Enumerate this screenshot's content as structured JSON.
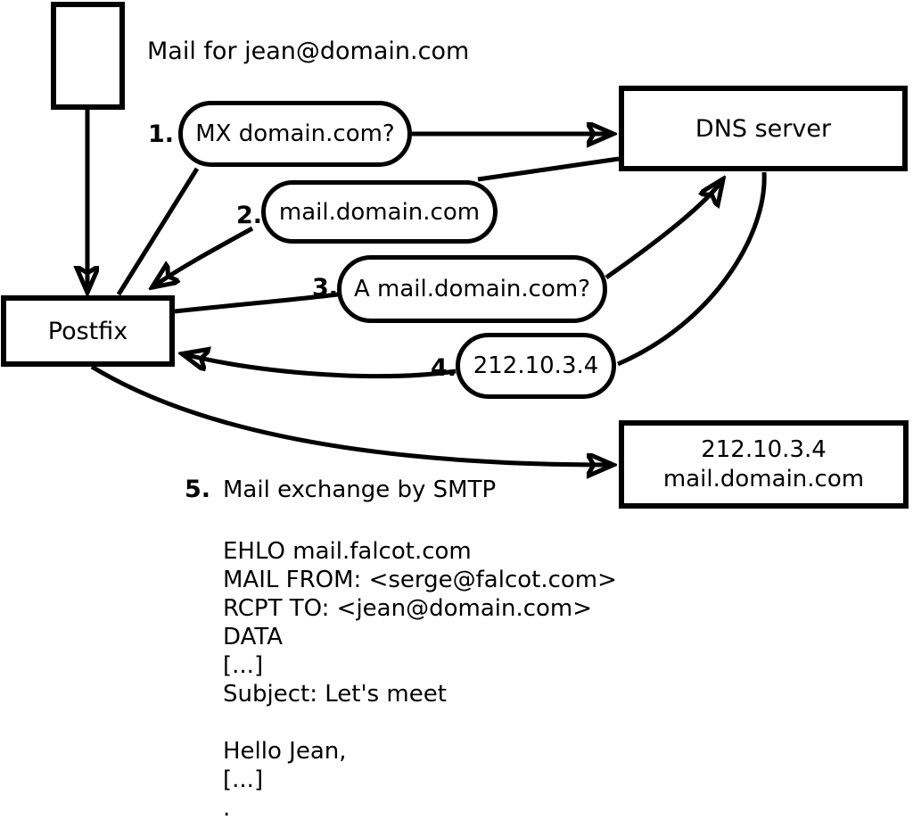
{
  "title": "Mail for jean@domain.com",
  "colors": {
    "line": "#000000",
    "background": "#ffffff"
  },
  "nodes": {
    "postfix": {
      "label": "Postfix"
    },
    "dns": {
      "label": "DNS server"
    },
    "mail_server": {
      "line1": "212.10.3.4",
      "line2": "mail.domain.com"
    }
  },
  "steps": [
    {
      "number": "1.",
      "label": "MX domain.com?"
    },
    {
      "number": "2.",
      "label": "mail.domain.com"
    },
    {
      "number": "3.",
      "label": "A mail.domain.com?"
    },
    {
      "number": "4.",
      "label": "212.10.3.4"
    },
    {
      "number": "5.",
      "label": "Mail exchange by SMTP"
    }
  ],
  "smtp_session": [
    "EHLO mail.falcot.com",
    "MAIL FROM: <serge@falcot.com>",
    "RCPT TO: <jean@domain.com>",
    "DATA",
    "[...]",
    "Subject: Let's meet",
    "",
    "Hello Jean,",
    "[...]",
    "."
  ]
}
